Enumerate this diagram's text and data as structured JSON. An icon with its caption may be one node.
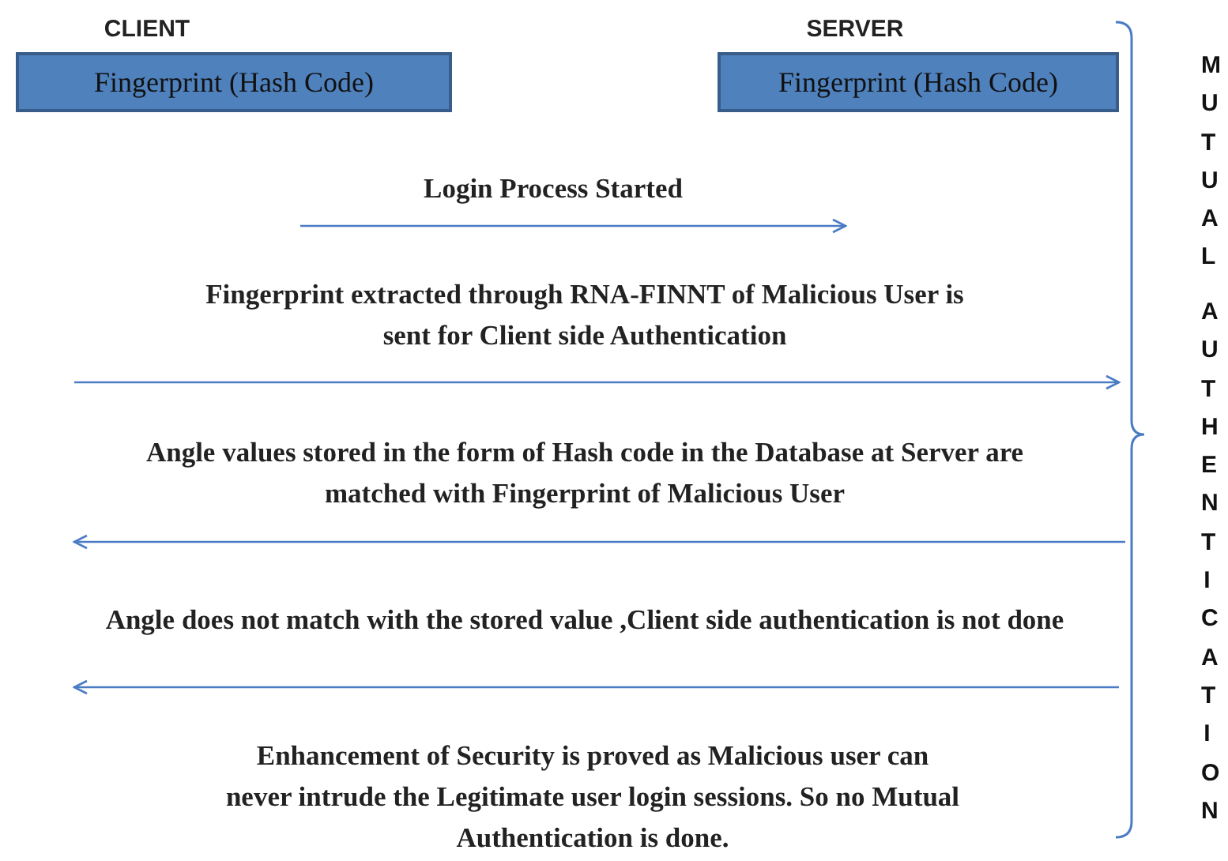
{
  "diagram": {
    "nodes": [
      {
        "text": [
          "CLIENT",
          "Fingerprint (Hash Code)"
        ]
      },
      {
        "text": [
          "SERVER",
          "Fingerprint (Hash Code)"
        ]
      }
    ],
    "labels": [
      "MUTUAL",
      "AUTHENTICATION",
      "Login Process Started",
      "Fingerprint extracted through RNA-FINNT of Malicious User is sent for Client side Authentication",
      "Angle values stored in the form of Hash code in the Database at Server are matched with Fingerprint of Malicious User",
      "Angle does not match with the stored value ,Client side authentication is not done",
      "Enhancement of Security is proved as Malicious user can never intrude the Legitimate user login sessions. So no Mutual Authentication is done."
    ]
  }
}
